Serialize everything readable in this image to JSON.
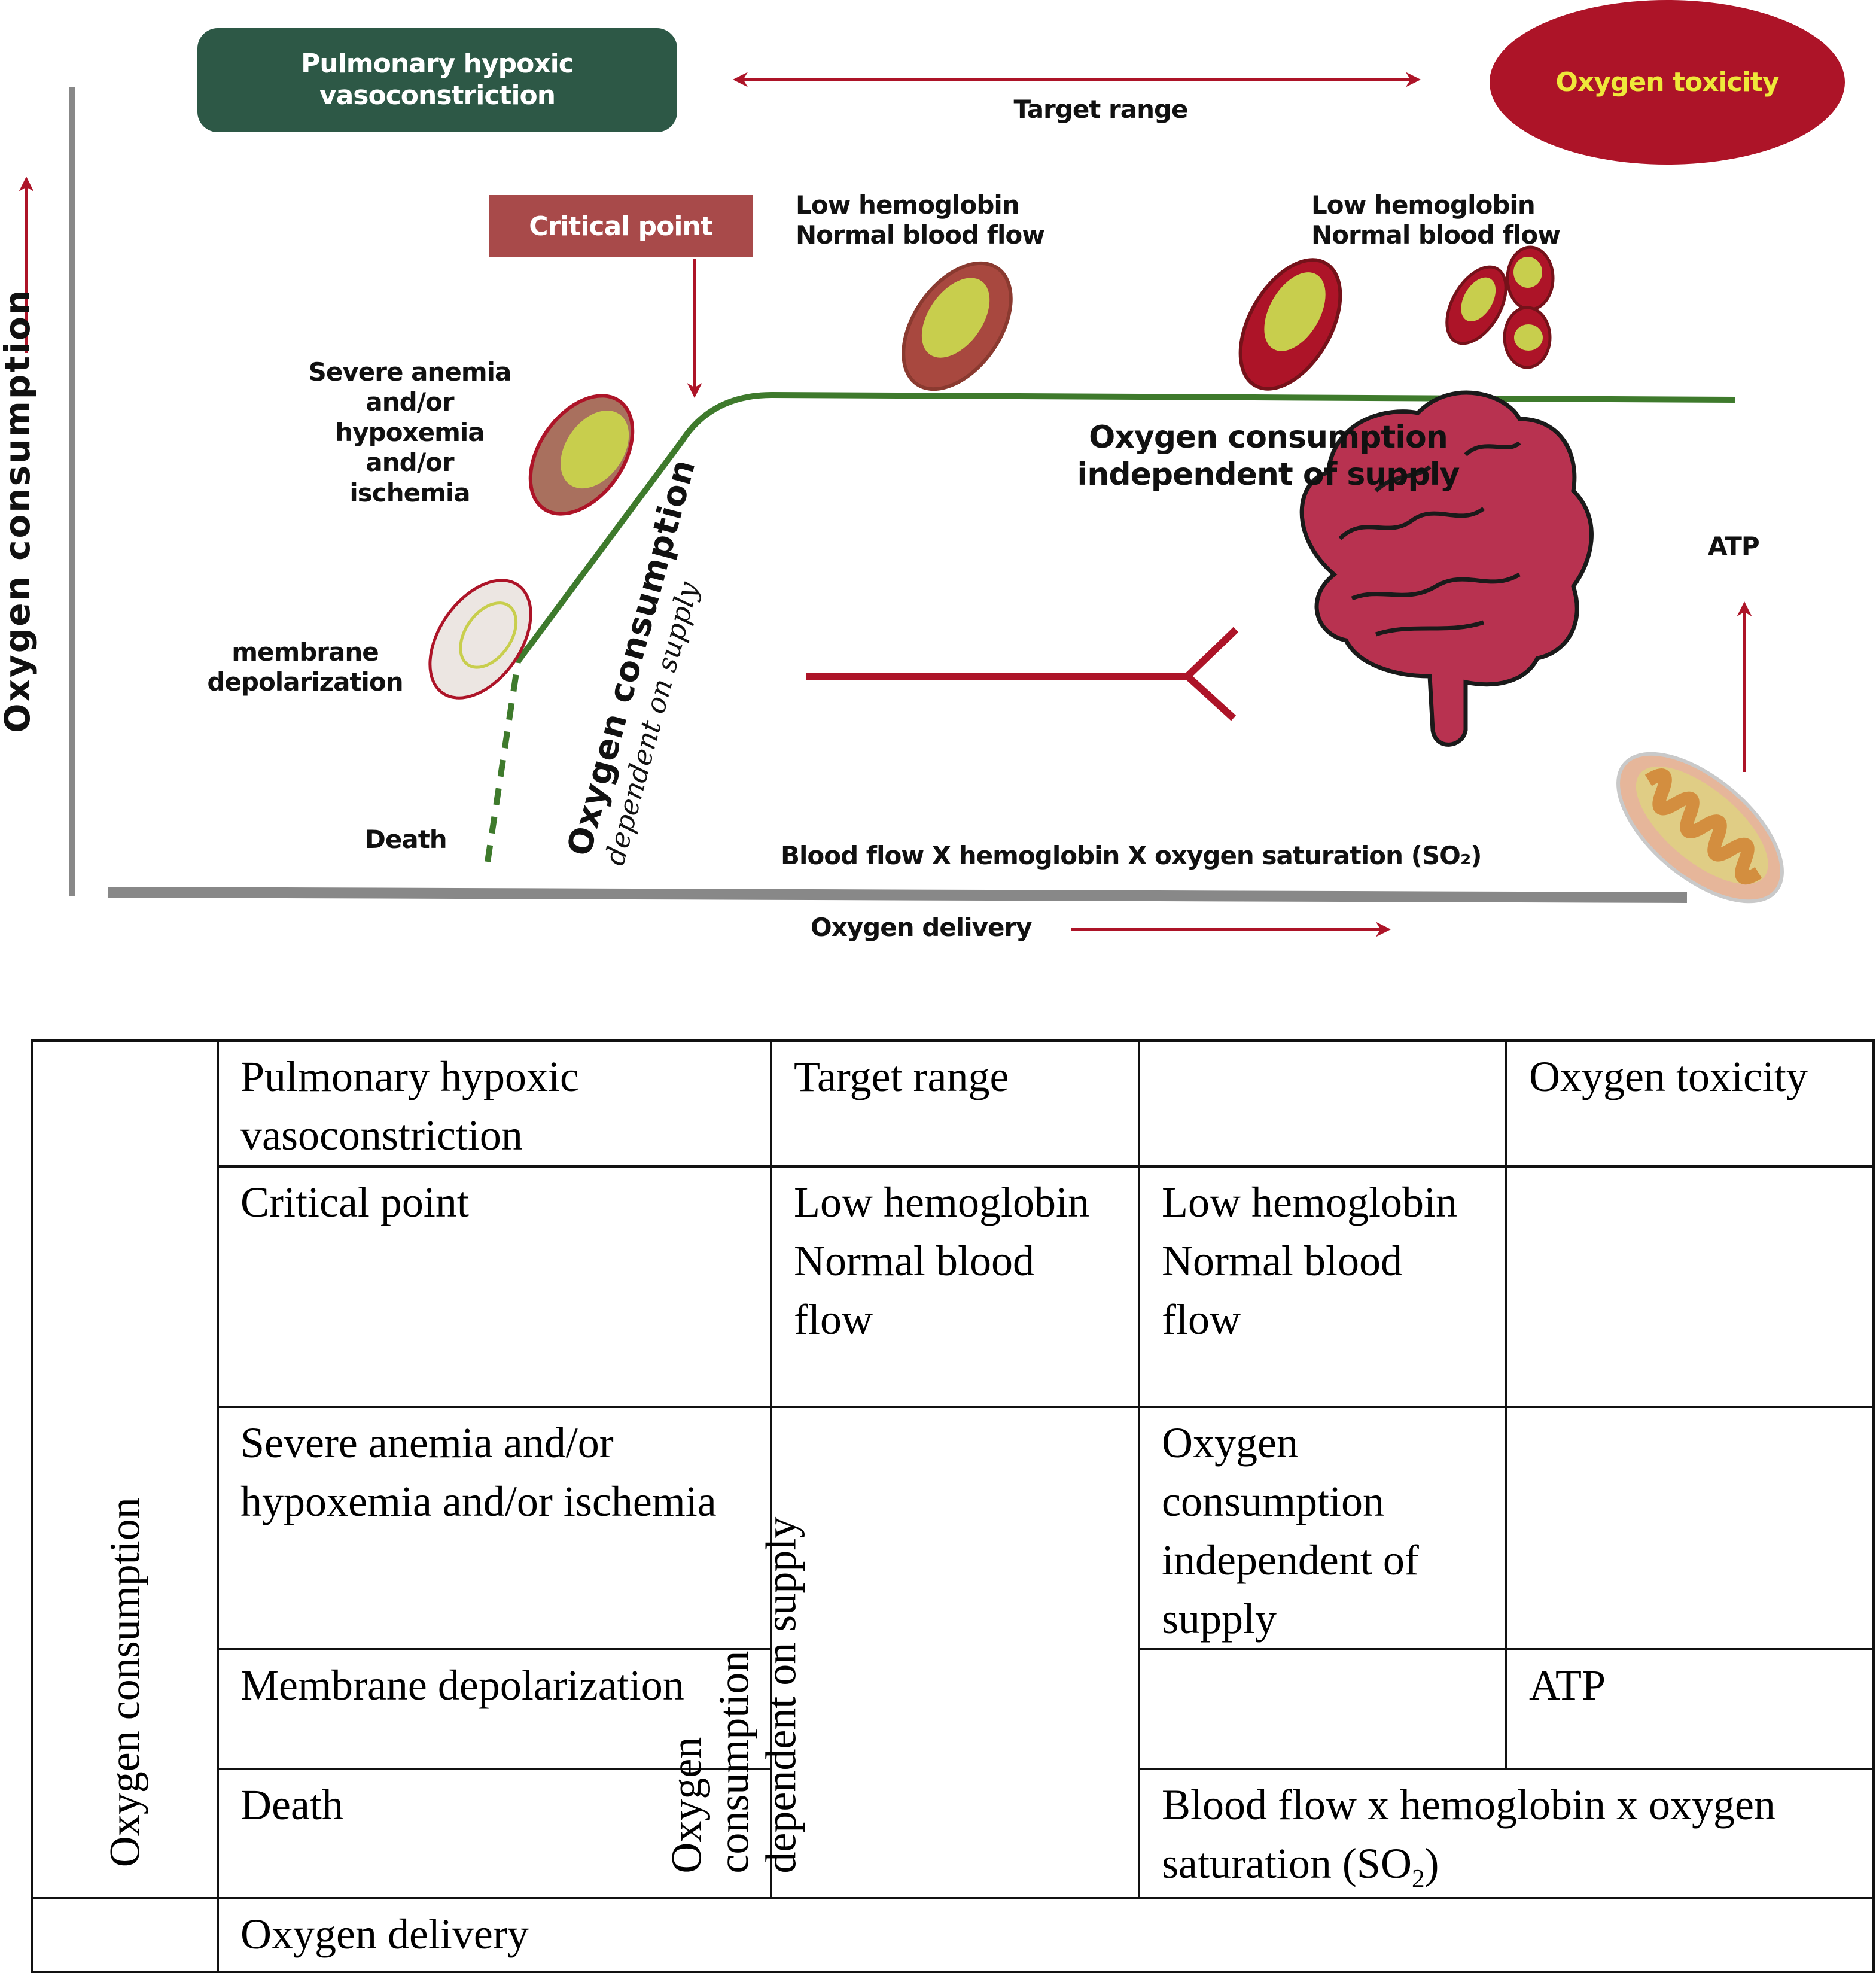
{
  "figure": {
    "boxes": {
      "pulmonary_hypoxic": "Pulmonary hypoxic vasoconstriction",
      "critical_point": "Critical point",
      "oxygen_toxicity": "Oxygen toxicity"
    },
    "labels": {
      "target_range": "Target range",
      "low_hb_1_line1": "Low hemoglobin",
      "low_hb_1_line2": "Normal blood flow",
      "low_hb_2_line1": "Low hemoglobin",
      "low_hb_2_line2": "Normal blood flow",
      "severe_anemia": [
        "Severe anemia",
        "and/or",
        "hypoxemia",
        "and/or",
        "ischemia"
      ],
      "membrane": [
        "membrane",
        "depolarization"
      ],
      "death": "Death",
      "independent_line1": "Oxygen consumption",
      "independent_line2": "independent of supply",
      "dependent_line1": "Oxygen consumption",
      "dependent_line2": "dependent on supply",
      "atp": "ATP",
      "formula": "Blood flow X hemoglobin X oxygen saturation (SO₂)",
      "y_axis": "Oxygen consumption",
      "x_axis": "Oxygen delivery"
    },
    "colors": {
      "curve": "#3e7a2c",
      "arrow": "#ad1428",
      "axis": "#888888",
      "box_green": "#2d5846",
      "box_red": "#a84a4a",
      "toxicity_fill": "#ad1428",
      "toxicity_text": "#eee83a"
    }
  },
  "table": {
    "y_axis_label": "Oxygen consumption",
    "x_axis_label": "Oxygen delivery",
    "row1": {
      "c1": "Pulmonary hypoxic vasoconstriction",
      "c2": "Target range",
      "c3": "",
      "c4": "Oxygen toxicity"
    },
    "row2": {
      "c1": "Critical point",
      "c2": "Low hemoglobin Normal blood flow",
      "c3": "Low hemoglobin Normal blood flow",
      "c4": ""
    },
    "row3": {
      "c1": "Severe anemia and/or hypoxemia and/or ischemia",
      "c2_vertical": [
        "Oxygen",
        "consumption",
        "dependent on supply"
      ],
      "c3": "Oxygen consumption independent of supply",
      "c4": ""
    },
    "row4": {
      "c1": "Membrane depolarization",
      "c3": "",
      "c4": "ATP"
    },
    "row5": {
      "c1": "Death",
      "c34_prefix": "Blood flow x hemoglobin x oxygen saturation (SO",
      "c34_sub": "2",
      "c34_suffix": ")"
    }
  }
}
